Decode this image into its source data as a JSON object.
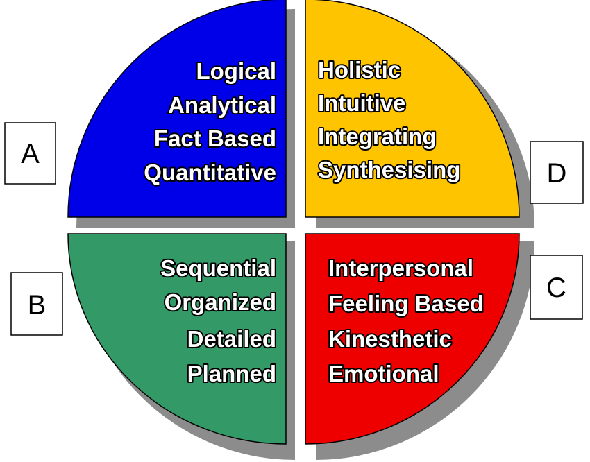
{
  "quadrants": {
    "a": {
      "letter": "A",
      "color": "#0000e8",
      "lines": [
        "Logical",
        "Analytical",
        "Fact Based",
        "Quantitative"
      ]
    },
    "d": {
      "letter": "D",
      "color": "#ffc400",
      "lines": [
        "Holistic",
        "Intuitive",
        "Integrating",
        "Synthesising"
      ]
    },
    "b": {
      "letter": "B",
      "color": "#339966",
      "lines": [
        "Sequential",
        "Organized",
        "Detailed",
        "Planned"
      ]
    },
    "c": {
      "letter": "C",
      "color": "#ee0000",
      "lines": [
        "Interpersonal",
        "Feeling Based",
        "Kinesthetic",
        "Emotional"
      ]
    }
  },
  "shadow_color": "#8c8c8c"
}
